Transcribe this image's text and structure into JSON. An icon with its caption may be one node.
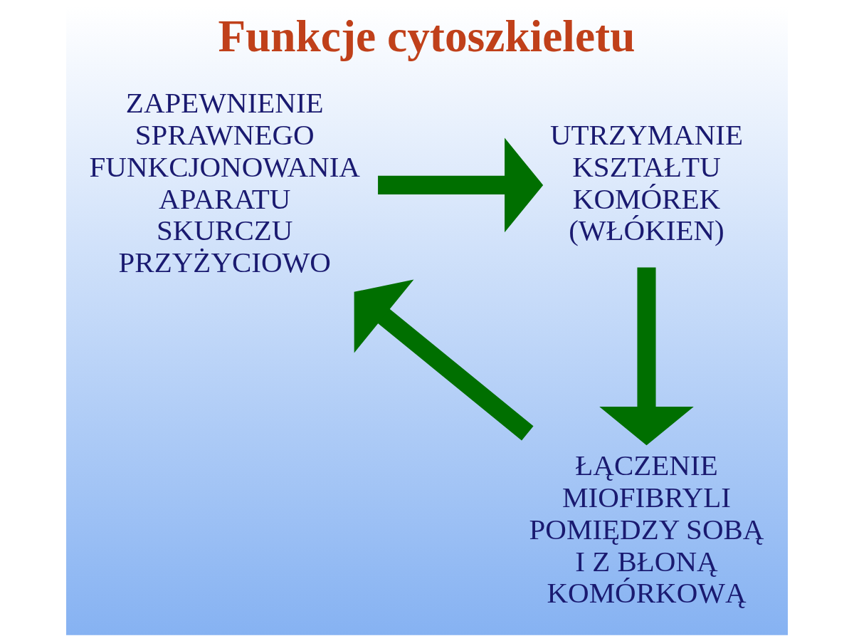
{
  "diagram": {
    "title": "Funkcje cytoszkieletu",
    "nodes": [
      {
        "text": [
          "ZAPEWNIENIE SPRAWNEGO FUNKCJONOWANIA APARATU SKURCZU PRZYŻYCIOWO"
        ]
      },
      {
        "text": [
          "UTRZYMANIE KSZTAŁTU KOMÓREK (WŁÓKIEN)"
        ]
      },
      {
        "text": [
          "ŁĄCZENIE MIOFIBRYLI POMIĘDZY SOBĄ I Z BŁONĄ KOMÓRKOWĄ"
        ]
      }
    ],
    "edges": [
      {
        "from": 0,
        "to": 1,
        "arrow": "to"
      },
      {
        "from": 1,
        "to": 2,
        "arrow": "to"
      },
      {
        "from": 2,
        "to": 0,
        "arrow": "to"
      }
    ]
  }
}
